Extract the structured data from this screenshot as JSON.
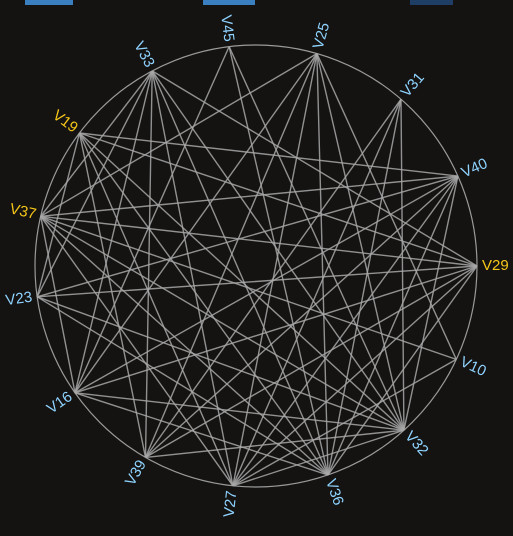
{
  "colors": {
    "background": "#141312",
    "circle": "#9a9a9a",
    "edge": "#a8a8a8",
    "label_default": "#8fd3ff",
    "label_highlight": "#f5c518",
    "tab_light": "#3a7fc0",
    "tab_dark": "#1f3e66"
  },
  "top_tabs": [
    {
      "name": "tab-left",
      "shade": "light"
    },
    {
      "name": "tab-center",
      "shade": "light"
    },
    {
      "name": "tab-right",
      "shade": "dark"
    }
  ],
  "nodes": [
    {
      "id": "V45",
      "label": "V45",
      "highlight": false
    },
    {
      "id": "V25",
      "label": "V25",
      "highlight": false
    },
    {
      "id": "V31",
      "label": "V31",
      "highlight": false
    },
    {
      "id": "V40",
      "label": "V40",
      "highlight": false
    },
    {
      "id": "V29",
      "label": "V29",
      "highlight": true
    },
    {
      "id": "V10",
      "label": "V10",
      "highlight": false
    },
    {
      "id": "V32",
      "label": "V32",
      "highlight": false
    },
    {
      "id": "V36",
      "label": "V36",
      "highlight": false
    },
    {
      "id": "V27",
      "label": "V27",
      "highlight": false
    },
    {
      "id": "V39",
      "label": "V39",
      "highlight": false
    },
    {
      "id": "V16",
      "label": "V16",
      "highlight": false
    },
    {
      "id": "V23",
      "label": "V23",
      "highlight": false
    },
    {
      "id": "V37",
      "label": "V37",
      "highlight": true
    },
    {
      "id": "V19",
      "label": "V19",
      "highlight": true
    },
    {
      "id": "V33",
      "label": "V33",
      "highlight": false
    }
  ],
  "edges": [
    [
      "V33",
      "V36"
    ],
    [
      "V33",
      "V32"
    ],
    [
      "V33",
      "V23"
    ],
    [
      "V33",
      "V37"
    ],
    [
      "V33",
      "V16"
    ],
    [
      "V33",
      "V39"
    ],
    [
      "V33",
      "V27"
    ],
    [
      "V25",
      "V36"
    ],
    [
      "V25",
      "V32"
    ],
    [
      "V25",
      "V39"
    ],
    [
      "V25",
      "V37"
    ],
    [
      "V25",
      "V27"
    ],
    [
      "V25",
      "V10"
    ],
    [
      "V25",
      "V16"
    ],
    [
      "V45",
      "V36"
    ],
    [
      "V45",
      "V16"
    ],
    [
      "V45",
      "V32"
    ],
    [
      "V31",
      "V32"
    ],
    [
      "V31",
      "V27"
    ],
    [
      "V31",
      "V39"
    ],
    [
      "V31",
      "V36"
    ],
    [
      "V40",
      "V16"
    ],
    [
      "V40",
      "V23"
    ],
    [
      "V40",
      "V37"
    ],
    [
      "V40",
      "V39"
    ],
    [
      "V40",
      "V27"
    ],
    [
      "V40",
      "V36"
    ],
    [
      "V40",
      "V32"
    ],
    [
      "V29",
      "V23"
    ],
    [
      "V29",
      "V37"
    ],
    [
      "V29",
      "V16"
    ],
    [
      "V29",
      "V19"
    ],
    [
      "V29",
      "V27"
    ],
    [
      "V29",
      "V39"
    ],
    [
      "V29",
      "V33"
    ],
    [
      "V10",
      "V37"
    ],
    [
      "V10",
      "V27"
    ],
    [
      "V19",
      "V32"
    ],
    [
      "V19",
      "V36"
    ],
    [
      "V19",
      "V27"
    ],
    [
      "V19",
      "V39"
    ],
    [
      "V19",
      "V23"
    ],
    [
      "V19",
      "V40"
    ],
    [
      "V37",
      "V32"
    ],
    [
      "V37",
      "V36"
    ],
    [
      "V37",
      "V27"
    ],
    [
      "V37",
      "V16"
    ],
    [
      "V23",
      "V32"
    ],
    [
      "V23",
      "V36"
    ],
    [
      "V16",
      "V32"
    ],
    [
      "V16",
      "V36"
    ],
    [
      "V39",
      "V32"
    ],
    [
      "V27",
      "V32"
    ],
    [
      "V36",
      "V29"
    ]
  ]
}
